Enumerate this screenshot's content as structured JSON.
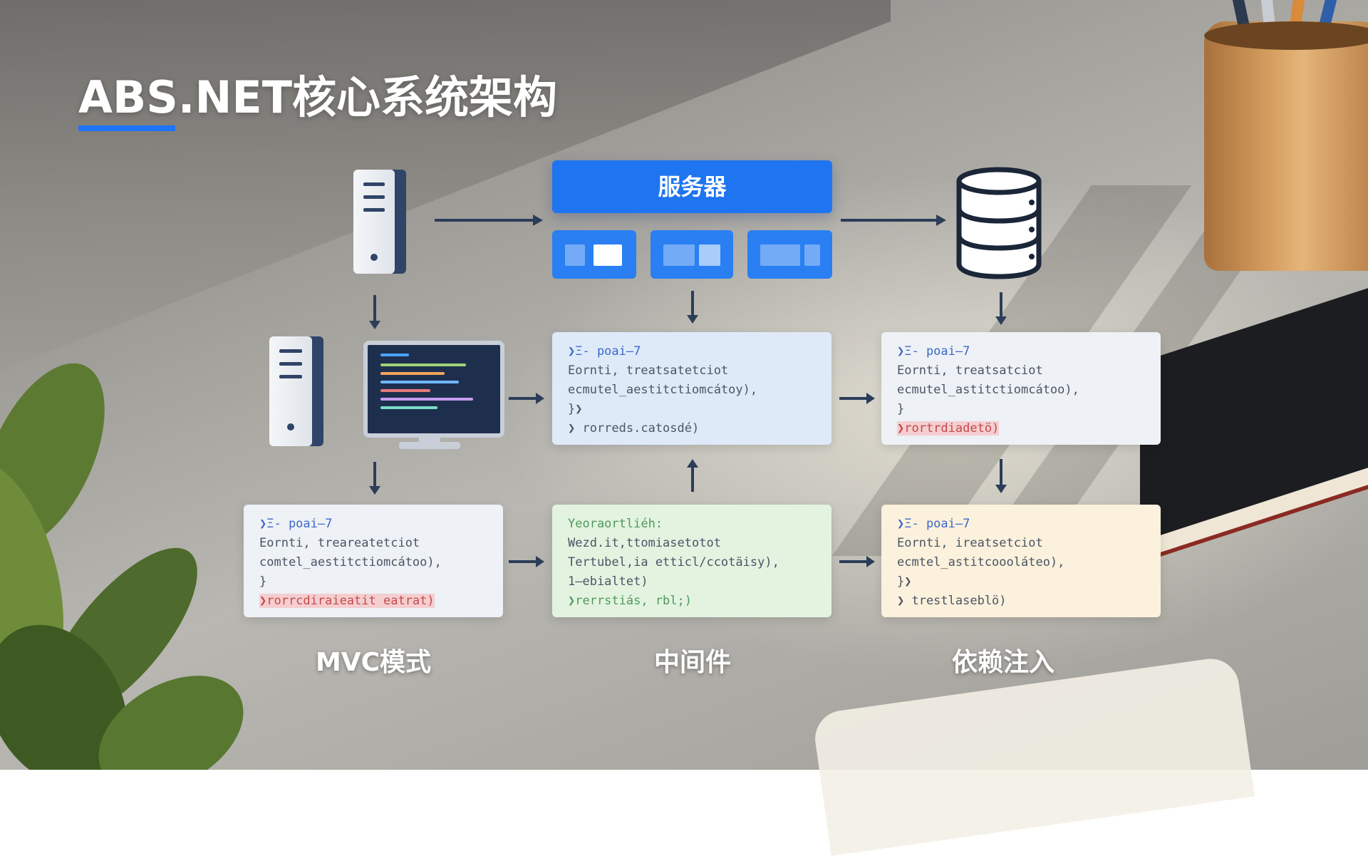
{
  "title": "ABS.NET核心系统架构",
  "server_box": "服务器",
  "labels": {
    "mvc": "MVC模式",
    "middleware": "中间件",
    "di": "依赖注入"
  },
  "cards": {
    "center_top": [
      "❯Ξ- poai—7",
      "Eornti, treatsatetciot",
      "ecmutel_aestitctiomcátoy),",
      "}❯",
      "❯ rorreds.catosdé)"
    ],
    "right_top": [
      "❯Ξ- poai—7",
      "Eornti, treatsatciot",
      "ecmutel_astitctiomcátoo),",
      "}",
      "❯rortrdiadetö)"
    ],
    "left_bottom": [
      "❯Ξ- poai—7",
      "Eornti, treareatetciot",
      "comtel_aestitctiomcátoo),",
      "}",
      "❯rorrcdiraieatit eatrat)"
    ],
    "center_bottom": [
      "Yeoraortliéh:",
      "Wezd.it,ttomiasetotot",
      "Tertubel,ia etticl/ccotäisy),",
      "1—ebialtet)",
      "❯rerrstiás, rbl;)"
    ],
    "right_bottom": [
      "❯Ξ- poai—7",
      "Eornti, ireatsetciot",
      "ecmtel_astitcoooláteo),",
      "}❯",
      "❯ trestlaseblö)"
    ]
  },
  "colors": {
    "accent": "#1e74ff",
    "server": "#1f74f0",
    "card_blue": "#dfeaf9",
    "card_white": "#eef1f5",
    "card_green": "#e3f3e0",
    "card_cream": "#fbf1dc",
    "arrow": "#2c3d59"
  }
}
